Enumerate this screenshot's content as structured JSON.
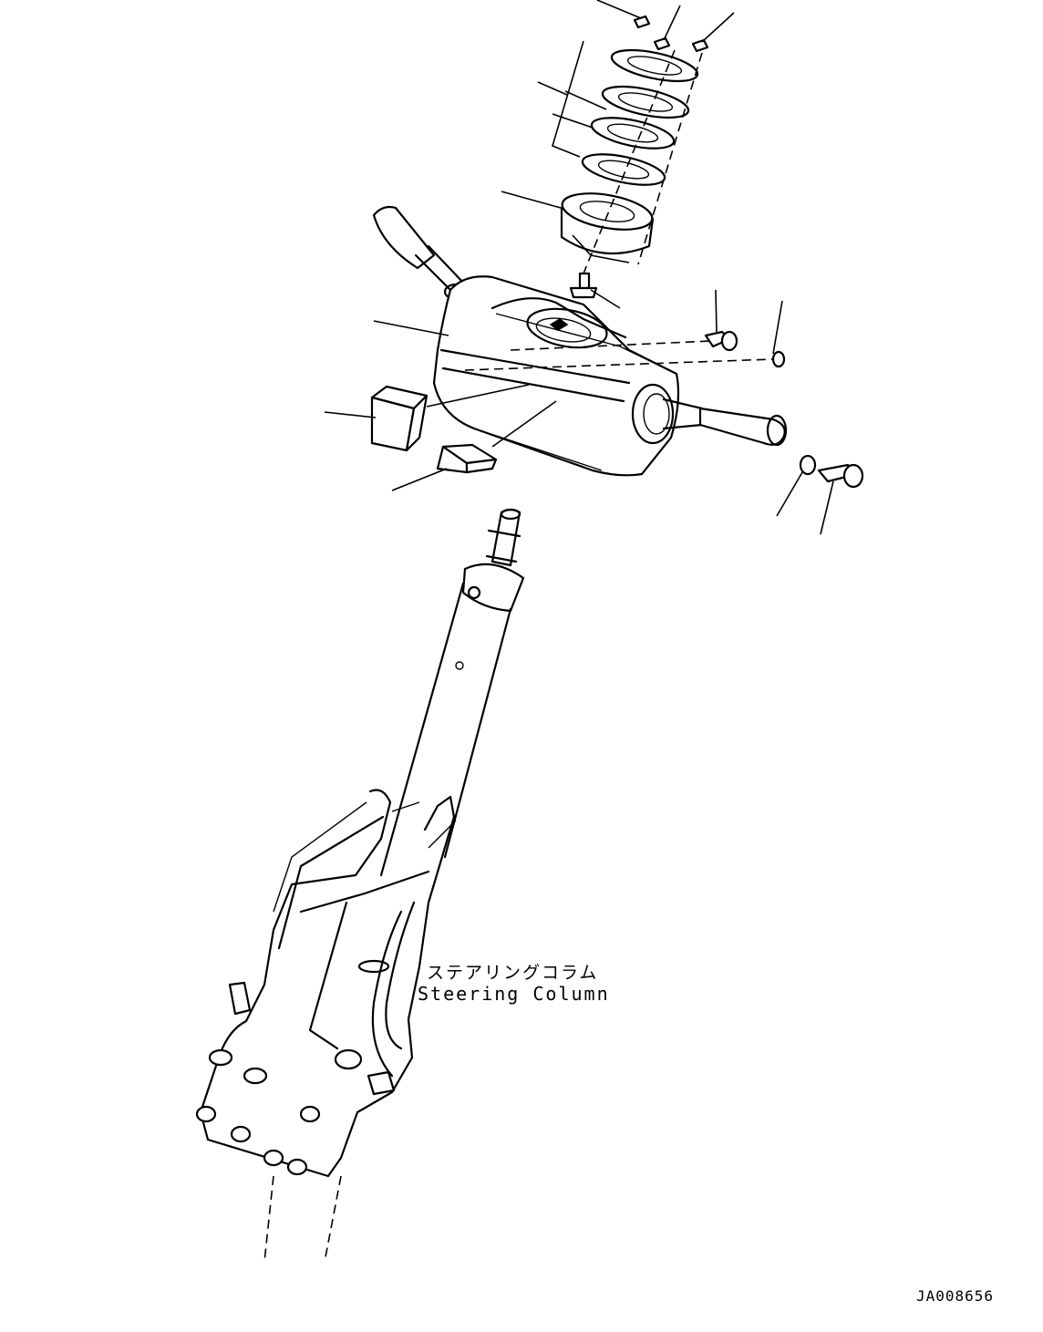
{
  "labels": {
    "component_jp": "ステアリングコラム",
    "component_en": "Steering Column",
    "drawing_number": "JA008656"
  }
}
